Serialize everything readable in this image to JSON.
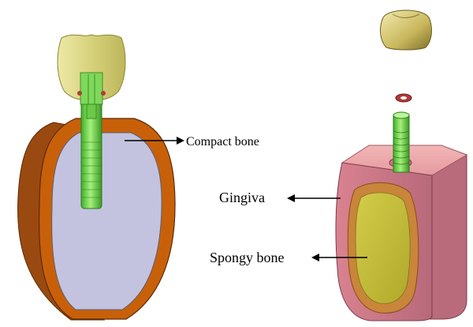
{
  "labels": {
    "compact_bone": "Compact bone",
    "gingiva": "Gingiva",
    "spongy_bone": "Spongy bone"
  },
  "colors": {
    "crown": "#d6d17a",
    "implant": "#7fd85a",
    "compact_bone": "#c8600a",
    "compact_bone_side": "#9a4a10",
    "spongy_bone_left": "#c3c3df",
    "gingiva": "#e8959b",
    "spongy_bone_right": "#c9c23a",
    "screw_ring": "#b23a3a"
  }
}
